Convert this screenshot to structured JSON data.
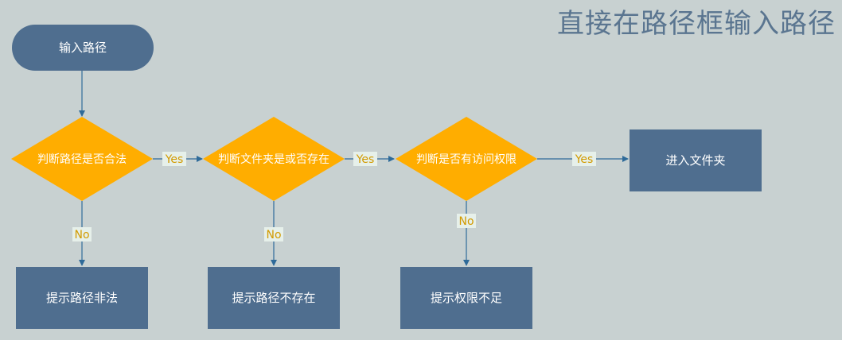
{
  "title": "直接在路径框输入路径",
  "nodes": {
    "start": "输入路径",
    "check_valid": "判断路径是否合法",
    "check_exists": "判断文件夹是或否存在",
    "check_access": "判断是否有访问权限",
    "enter_folder": "进入文件夹",
    "msg_invalid": "提示路径非法",
    "msg_not_exist": "提示路径不存在",
    "msg_no_access": "提示权限不足"
  },
  "edges": {
    "yes_label": "Yes",
    "no_label": "No"
  },
  "colors": {
    "background": "#c8d1d1",
    "process_fill": "#4f6e8f",
    "decision_fill": "#ffad00",
    "edge_stroke": "#2e6a99",
    "edge_label": "#d29a00",
    "title": "#5a7590"
  }
}
